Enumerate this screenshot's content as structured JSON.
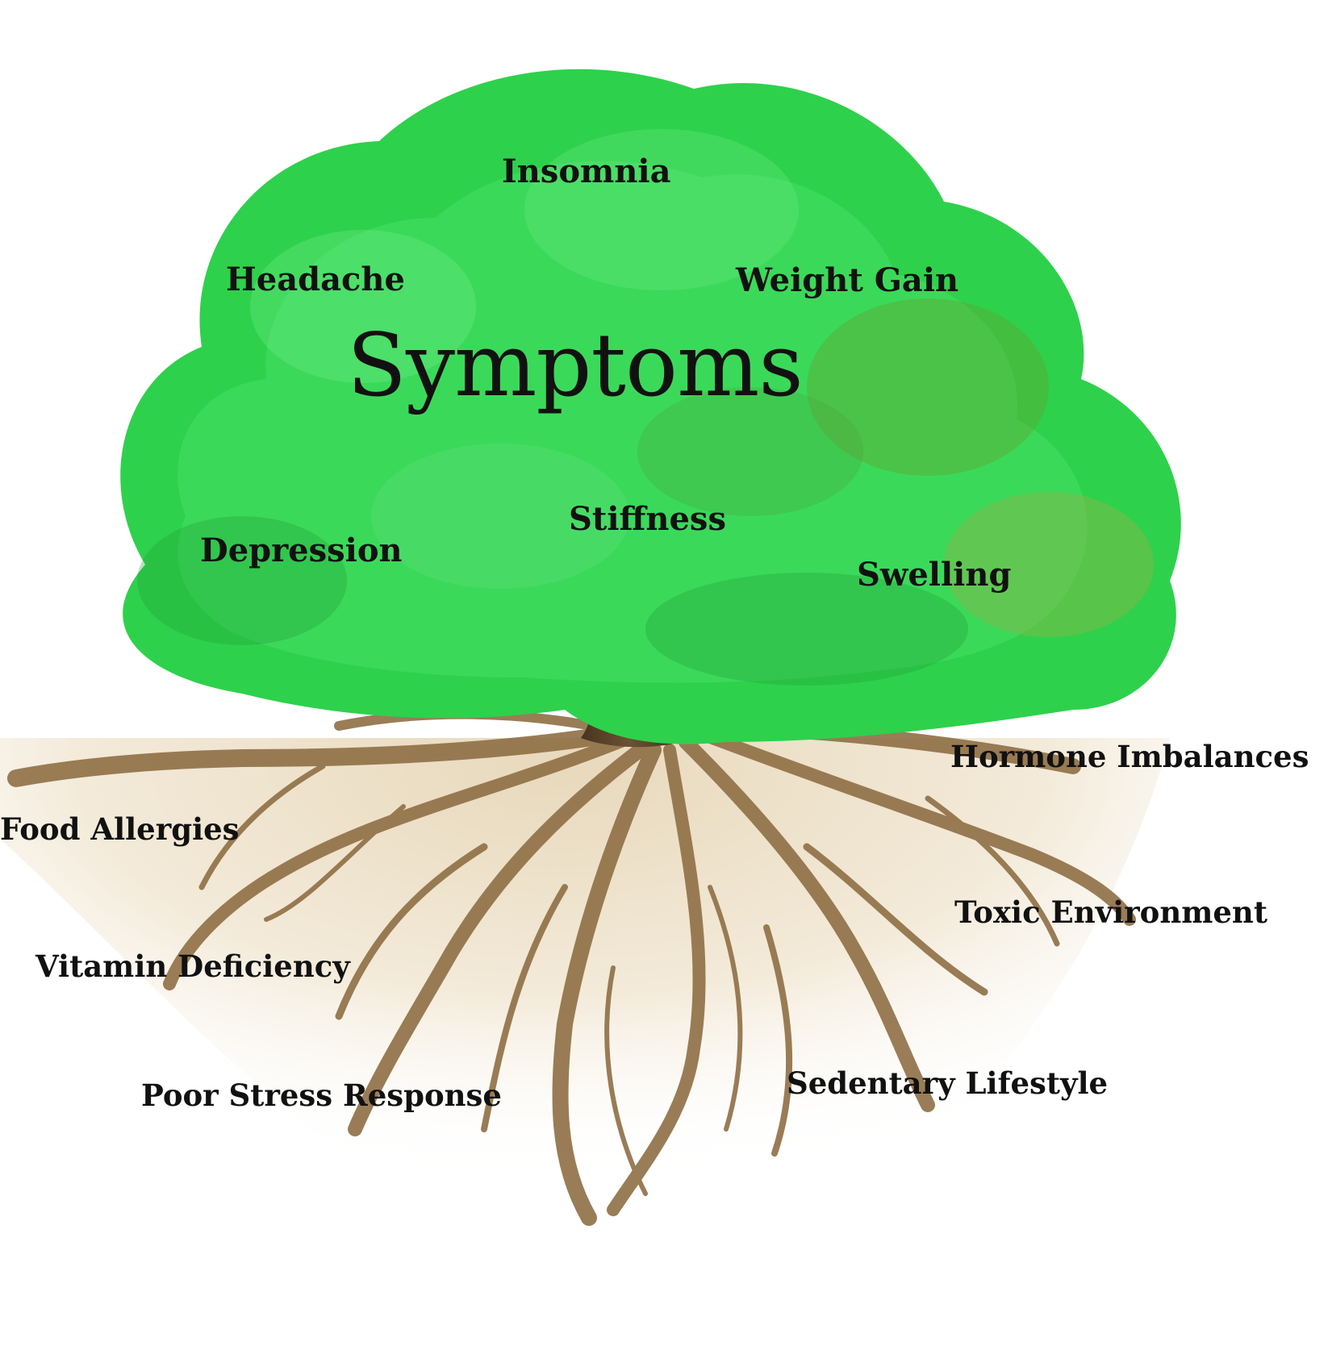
{
  "title": "Symptoms",
  "symptoms": [
    "Insomnia",
    "Headache",
    "Weight Gain",
    "Stiffness",
    "Depression",
    "Swelling"
  ],
  "causes": [
    "Hormone Imbalances",
    "Food Allergies",
    "Toxic Environment",
    "Vitamin Deficiency",
    "Poor Stress Response",
    "Sedentary Lifestyle"
  ],
  "colors": {
    "canopy_light": "#5fe07a",
    "canopy_mid": "#2ed14b",
    "canopy_dark": "#1f9a36",
    "canopy_olive": "#6a9a2a",
    "trunk": "#4e3a22",
    "roots": "#8f6f45",
    "soil": "#f1e7d4",
    "text": "#111111"
  }
}
